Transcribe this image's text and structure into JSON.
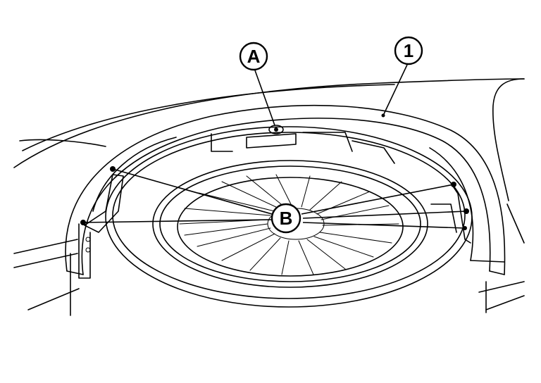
{
  "callouts": {
    "a": {
      "label": "A"
    },
    "one": {
      "label": "1"
    },
    "b": {
      "label": "B"
    }
  }
}
